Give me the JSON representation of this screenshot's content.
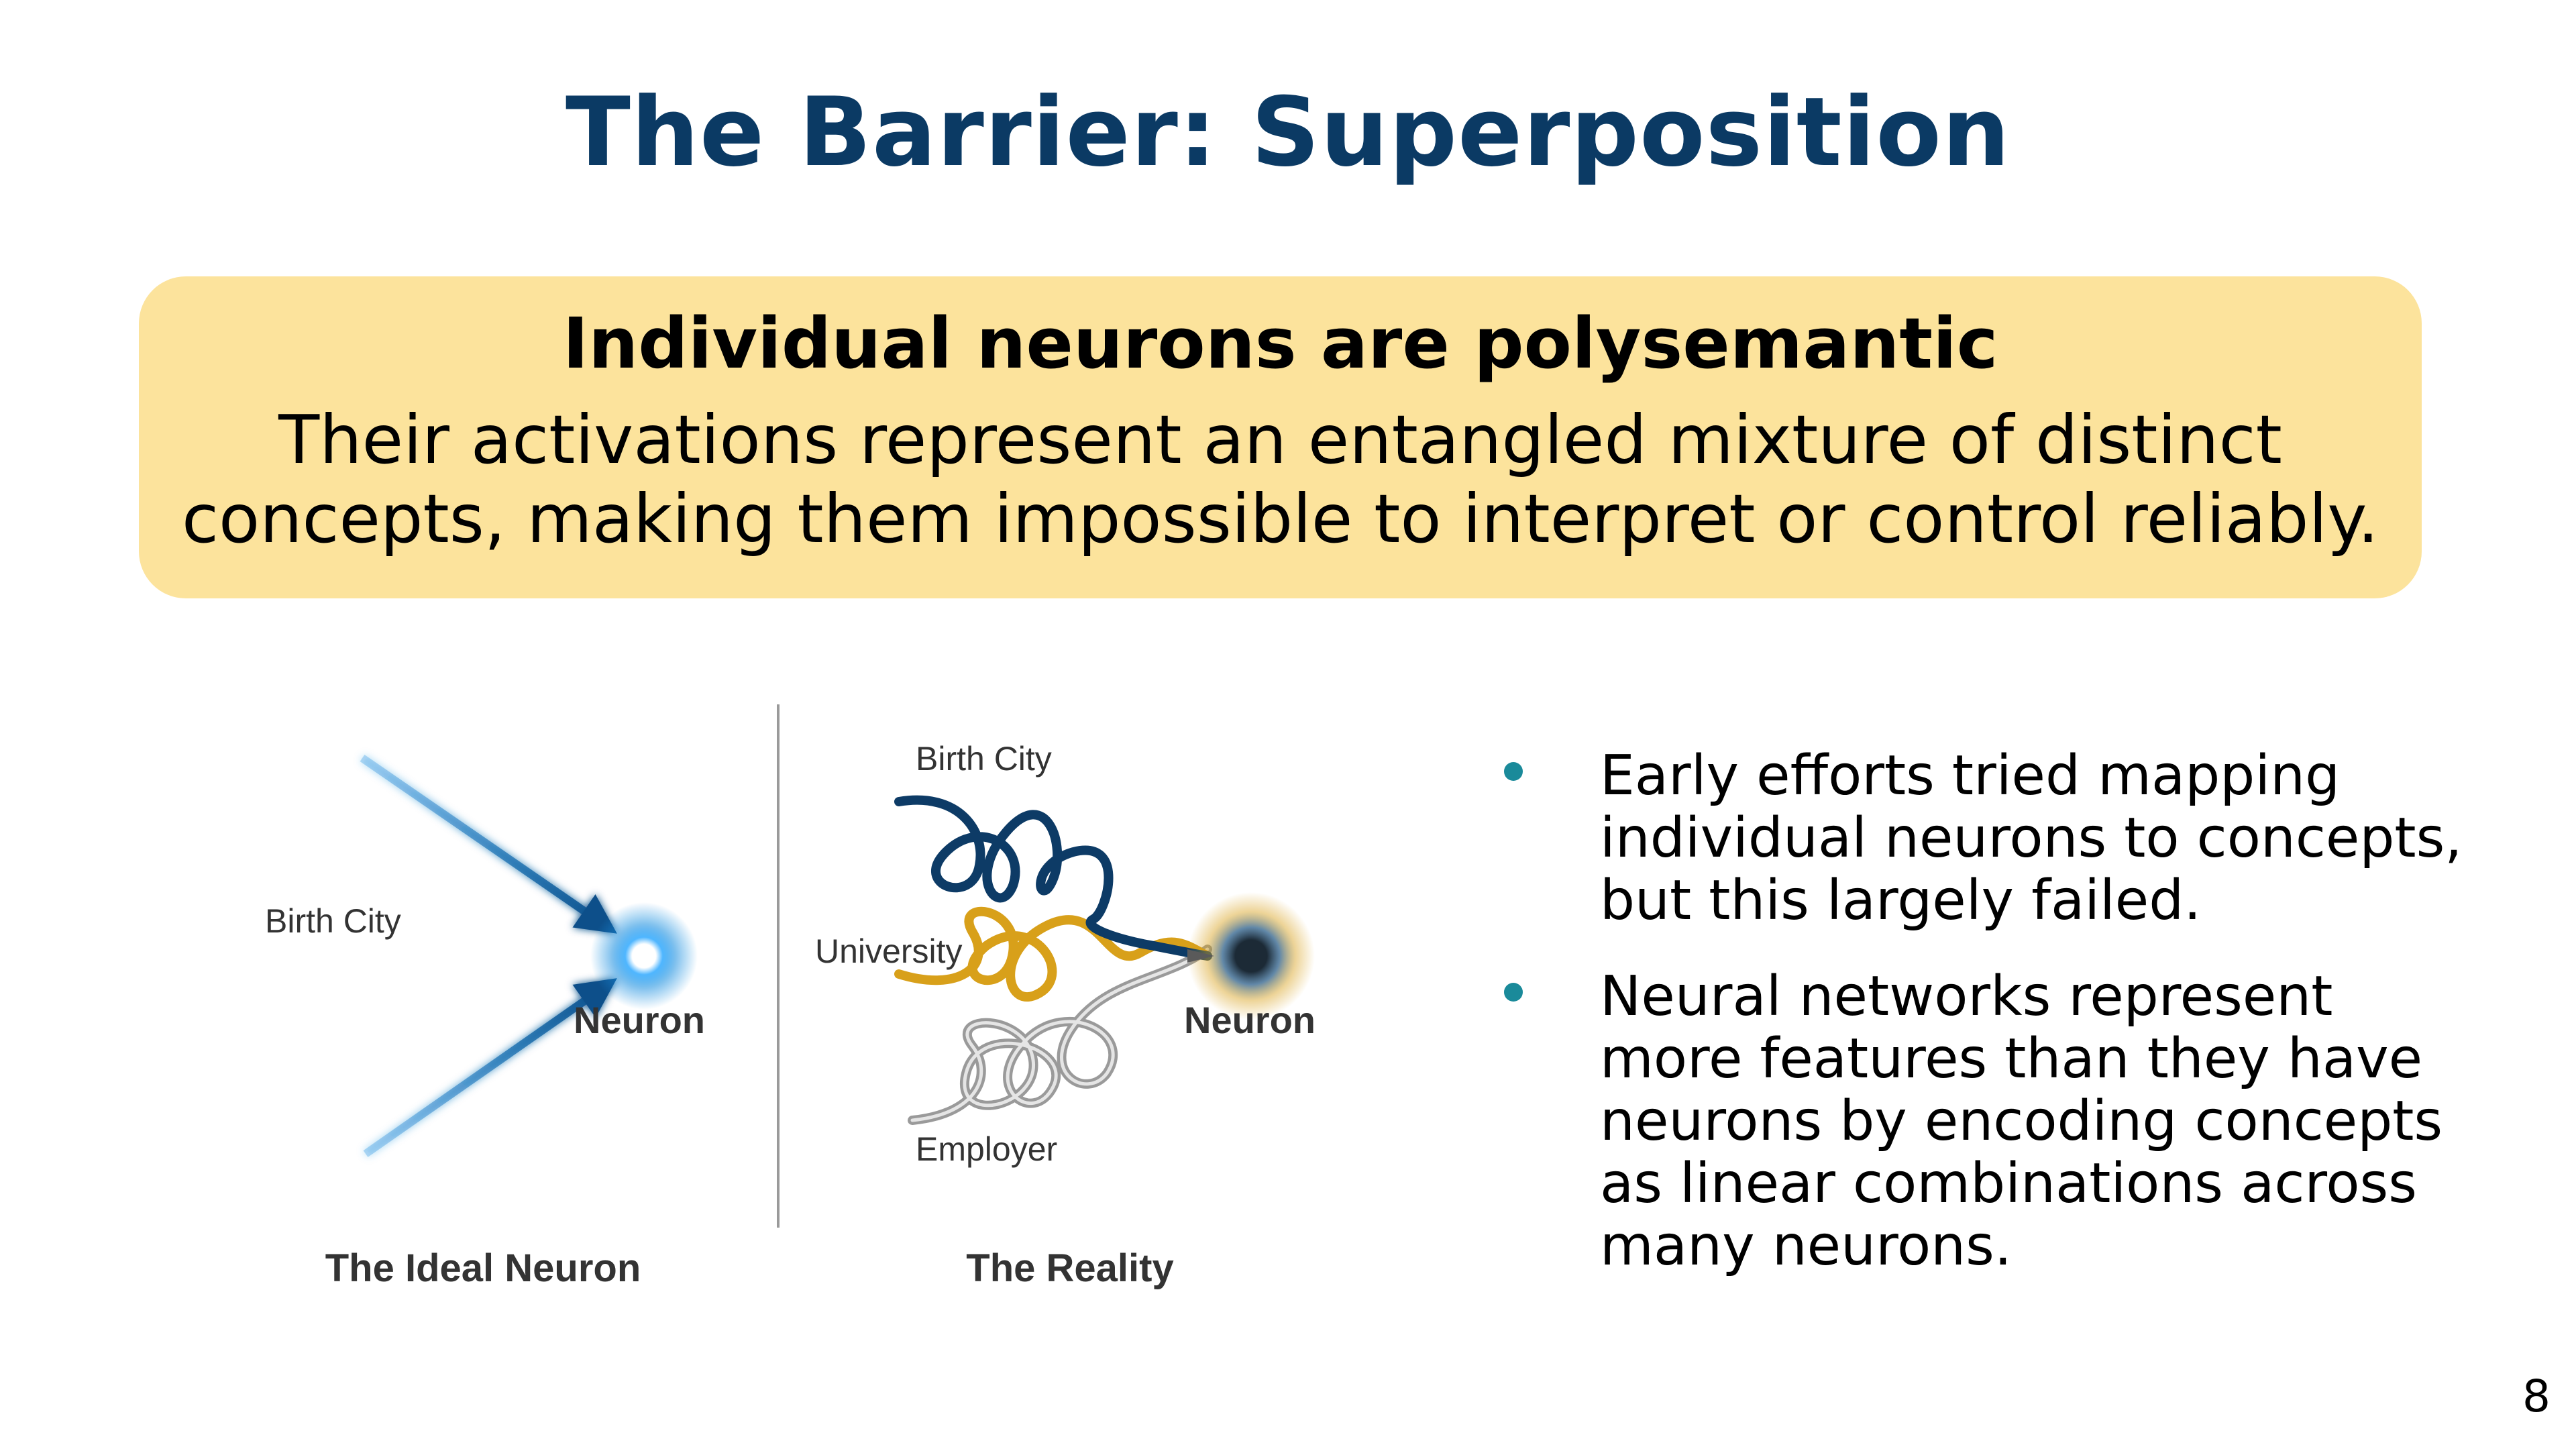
{
  "slide": {
    "title": "The Barrier: Superposition",
    "page_number": "8"
  },
  "callout": {
    "heading": "Individual neurons are polysemantic",
    "body": "Their activations represent an entangled mixture of distinct concepts, making them impossible to interpret or control reliably."
  },
  "figure": {
    "ideal": {
      "caption": "The Ideal Neuron",
      "input_label": "Birth City",
      "neuron_label": "Neuron",
      "color": "#1a8fe0"
    },
    "reality": {
      "caption": "The Reality",
      "labels": [
        "Birth City",
        "University",
        "Employer"
      ],
      "neuron_label": "Neuron",
      "colors": [
        "#0d3b66",
        "#d8a01a",
        "#9a9a9a"
      ]
    }
  },
  "bullets": [
    "Early efforts tried mapping individual neurons to concepts, but this largely failed.",
    "Neural networks represent more features than they have neurons by encoding concepts as linear combinations across many neurons."
  ],
  "colors": {
    "title": "#0b3a64",
    "callout_bg": "#fce39c",
    "bullet": "#1a8a9a"
  }
}
